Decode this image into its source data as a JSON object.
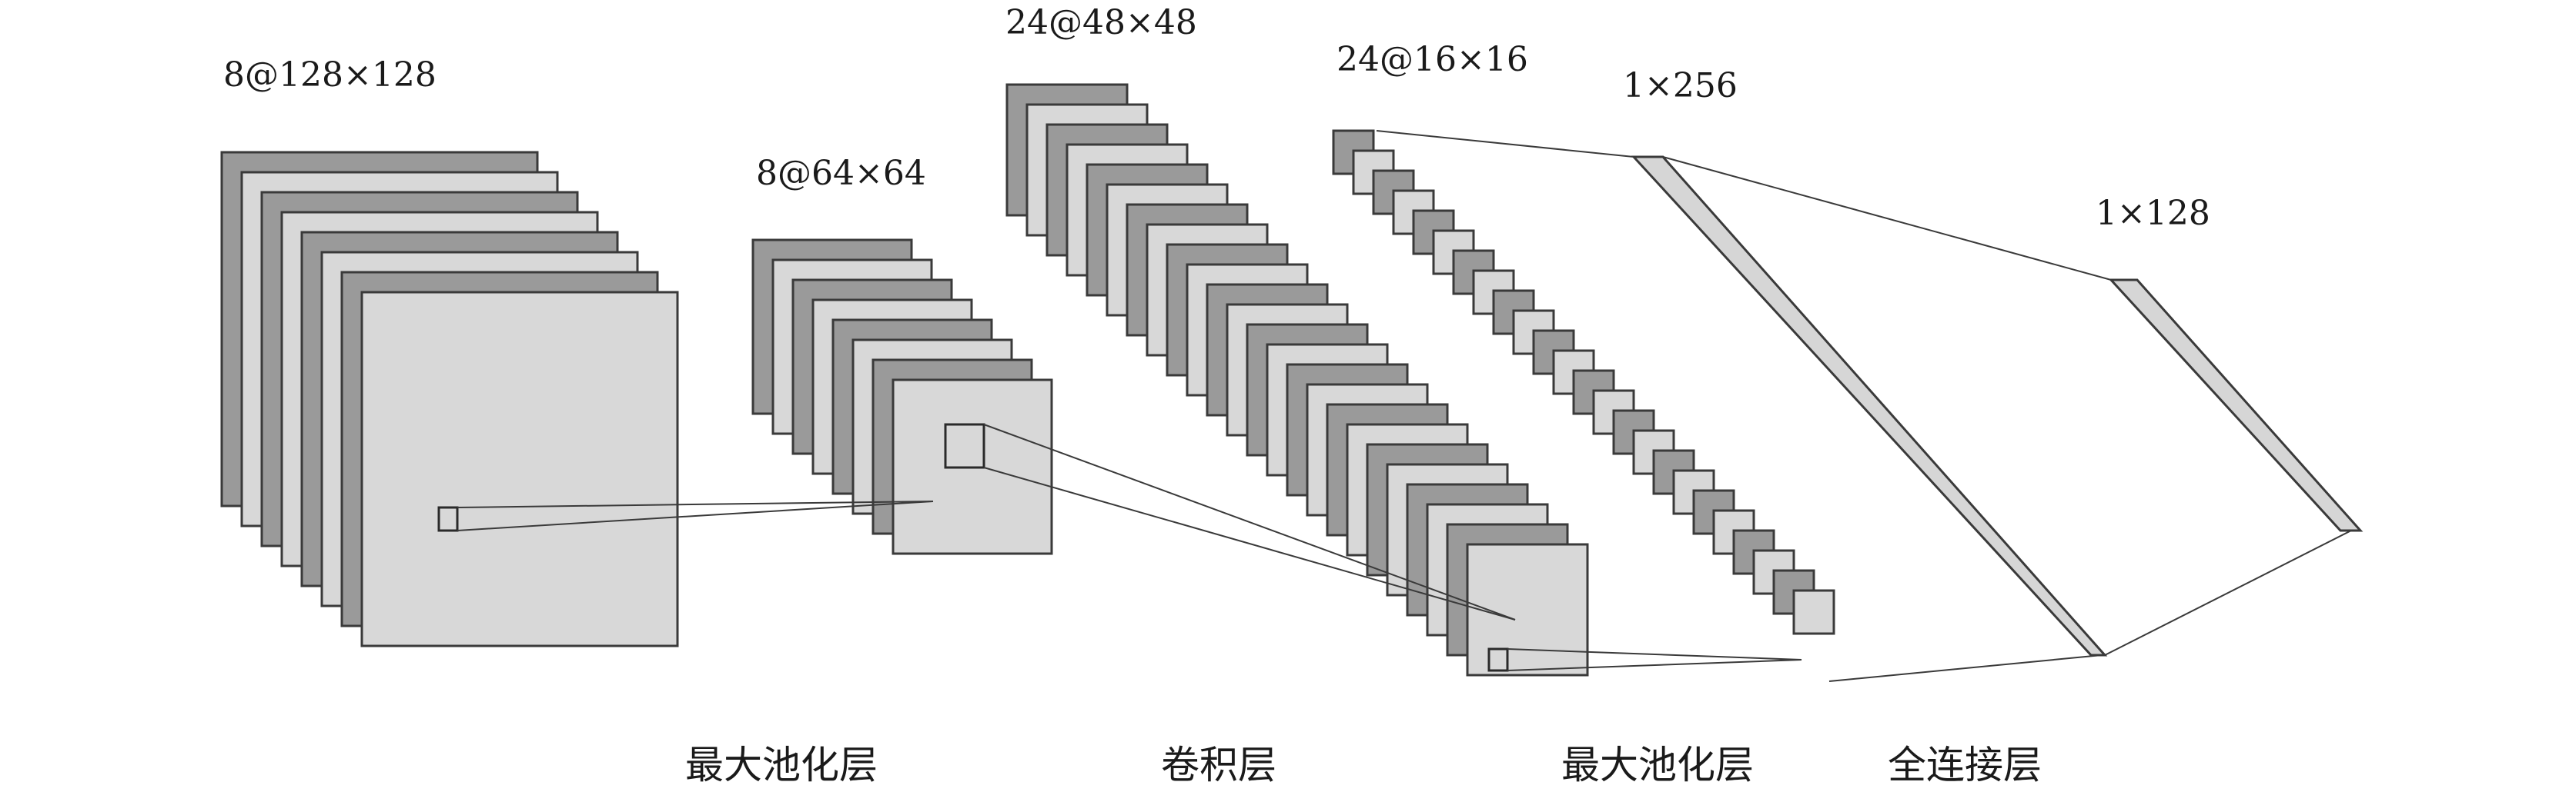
{
  "dimension_labels": {
    "input": "8@128×128",
    "pool1": "8@64×64",
    "conv": "24@48×48",
    "pool2": "24@16×16",
    "fc1": "1×256",
    "fc2": "1×128"
  },
  "layer_labels": {
    "pool1": "最大池化层",
    "conv": "卷积层",
    "pool2": "最大池化层",
    "fc": "全连接层"
  },
  "colors": {
    "map_dark": "#9a9a9a",
    "map_light": "#d8d8d8",
    "outline": "#3a3a3a"
  }
}
